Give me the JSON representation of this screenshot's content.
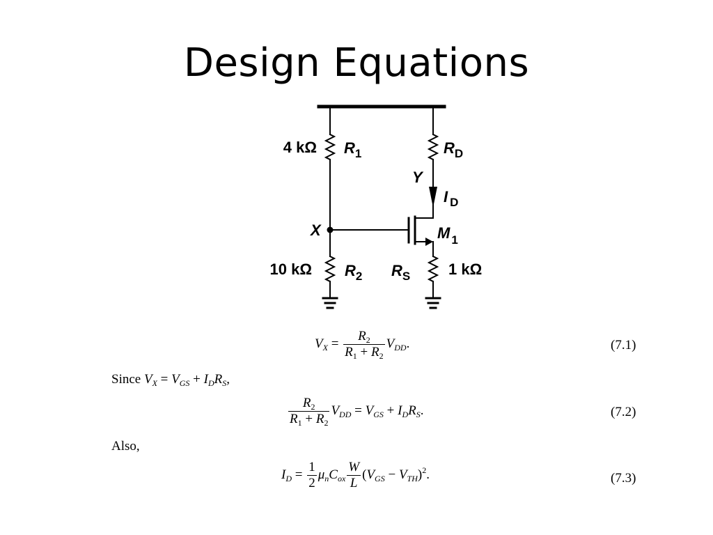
{
  "slide": {
    "title": "Design Equations"
  },
  "circuit": {
    "r1_value": "4 kΩ",
    "r1_label": "R",
    "r1_sub": "1",
    "rd_label": "R",
    "rd_sub": "D",
    "node_y": "Y",
    "id_label": "I",
    "id_sub": "D",
    "node_x": "X",
    "m1_label": "M",
    "m1_sub": "1",
    "r2_value": "10 kΩ",
    "r2_label": "R",
    "r2_sub": "2",
    "rs_label": "R",
    "rs_sub": "S",
    "rs_value": "1 kΩ"
  },
  "text": {
    "since": "Since",
    "also": "Also,"
  },
  "equations": {
    "eq1_number": "(7.1)",
    "eq2_number": "(7.2)",
    "eq3_number": "(7.3)"
  }
}
